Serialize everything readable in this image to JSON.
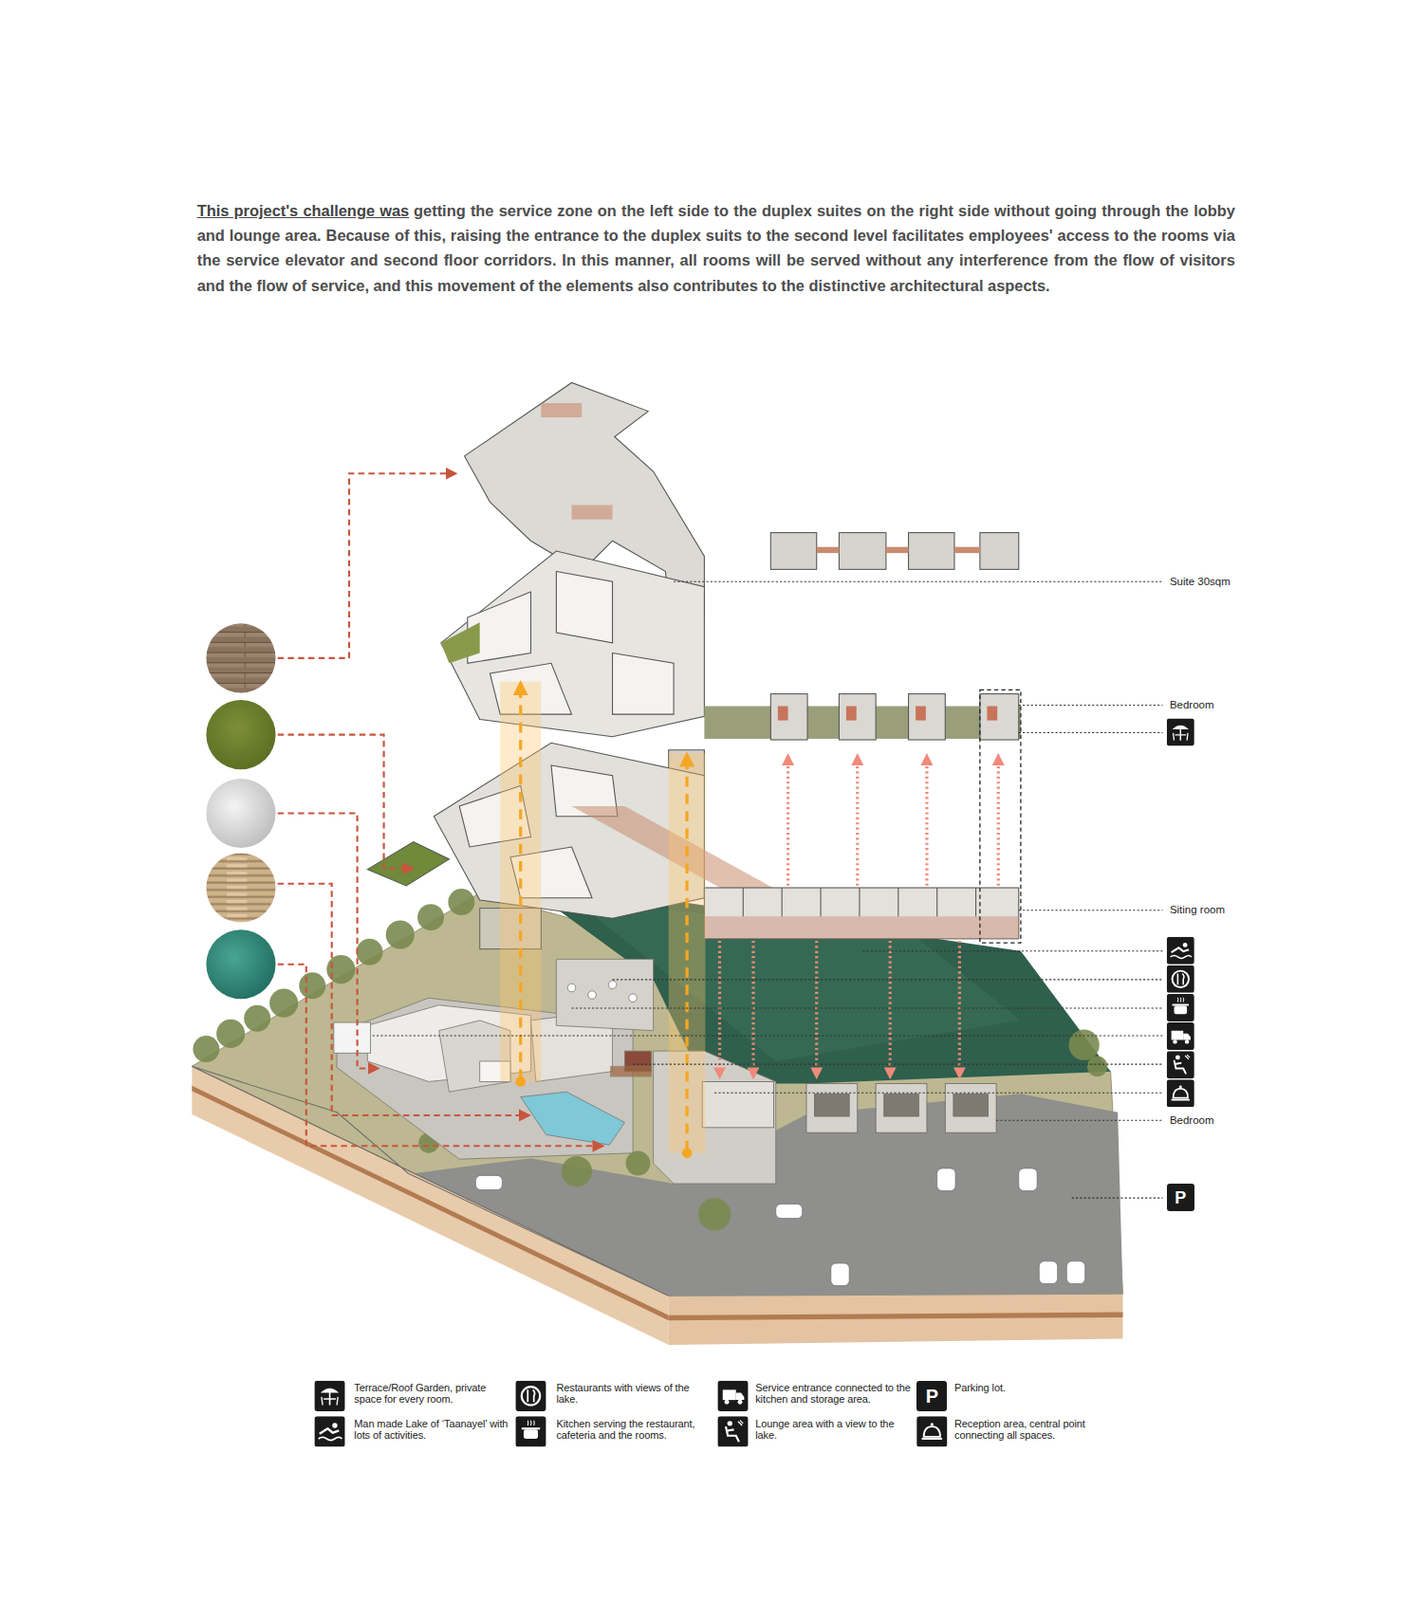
{
  "diagram": {
    "labels": [
      "This project's challenge was",
      "getting the service zone on the left side to the duplex suites on the right side without going through the lobby and lounge area. Because of this, raising the entrance to the duplex suits to the second level facilitates employees' access to the rooms via the service elevator and second floor corridors. In this manner, all rooms will be served without any interference from the flow of visitors and the flow of service, and this movement of the elements also contributes to the distinctive architectural aspects.",
      "Suite 30sqm",
      "Bedroom",
      "Siting room",
      "Bedroom",
      "P",
      "P"
    ],
    "legend": [
      {
        "text": "Terrace/Roof Garden, private space for every room."
      },
      {
        "text": "Man made Lake of ‘Taanayel’ with lots of activities."
      },
      {
        "text": "Restaurants with views of the lake."
      },
      {
        "text": "Kitchen serving the restaurant, cafeteria and the rooms."
      },
      {
        "text": "Service entrance connected to the kitchen and storage area."
      },
      {
        "text": "Lounge area with a view to the lake."
      },
      {
        "text": "Parking lot."
      },
      {
        "text": "Reception area, central point connecting all spaces."
      }
    ]
  }
}
